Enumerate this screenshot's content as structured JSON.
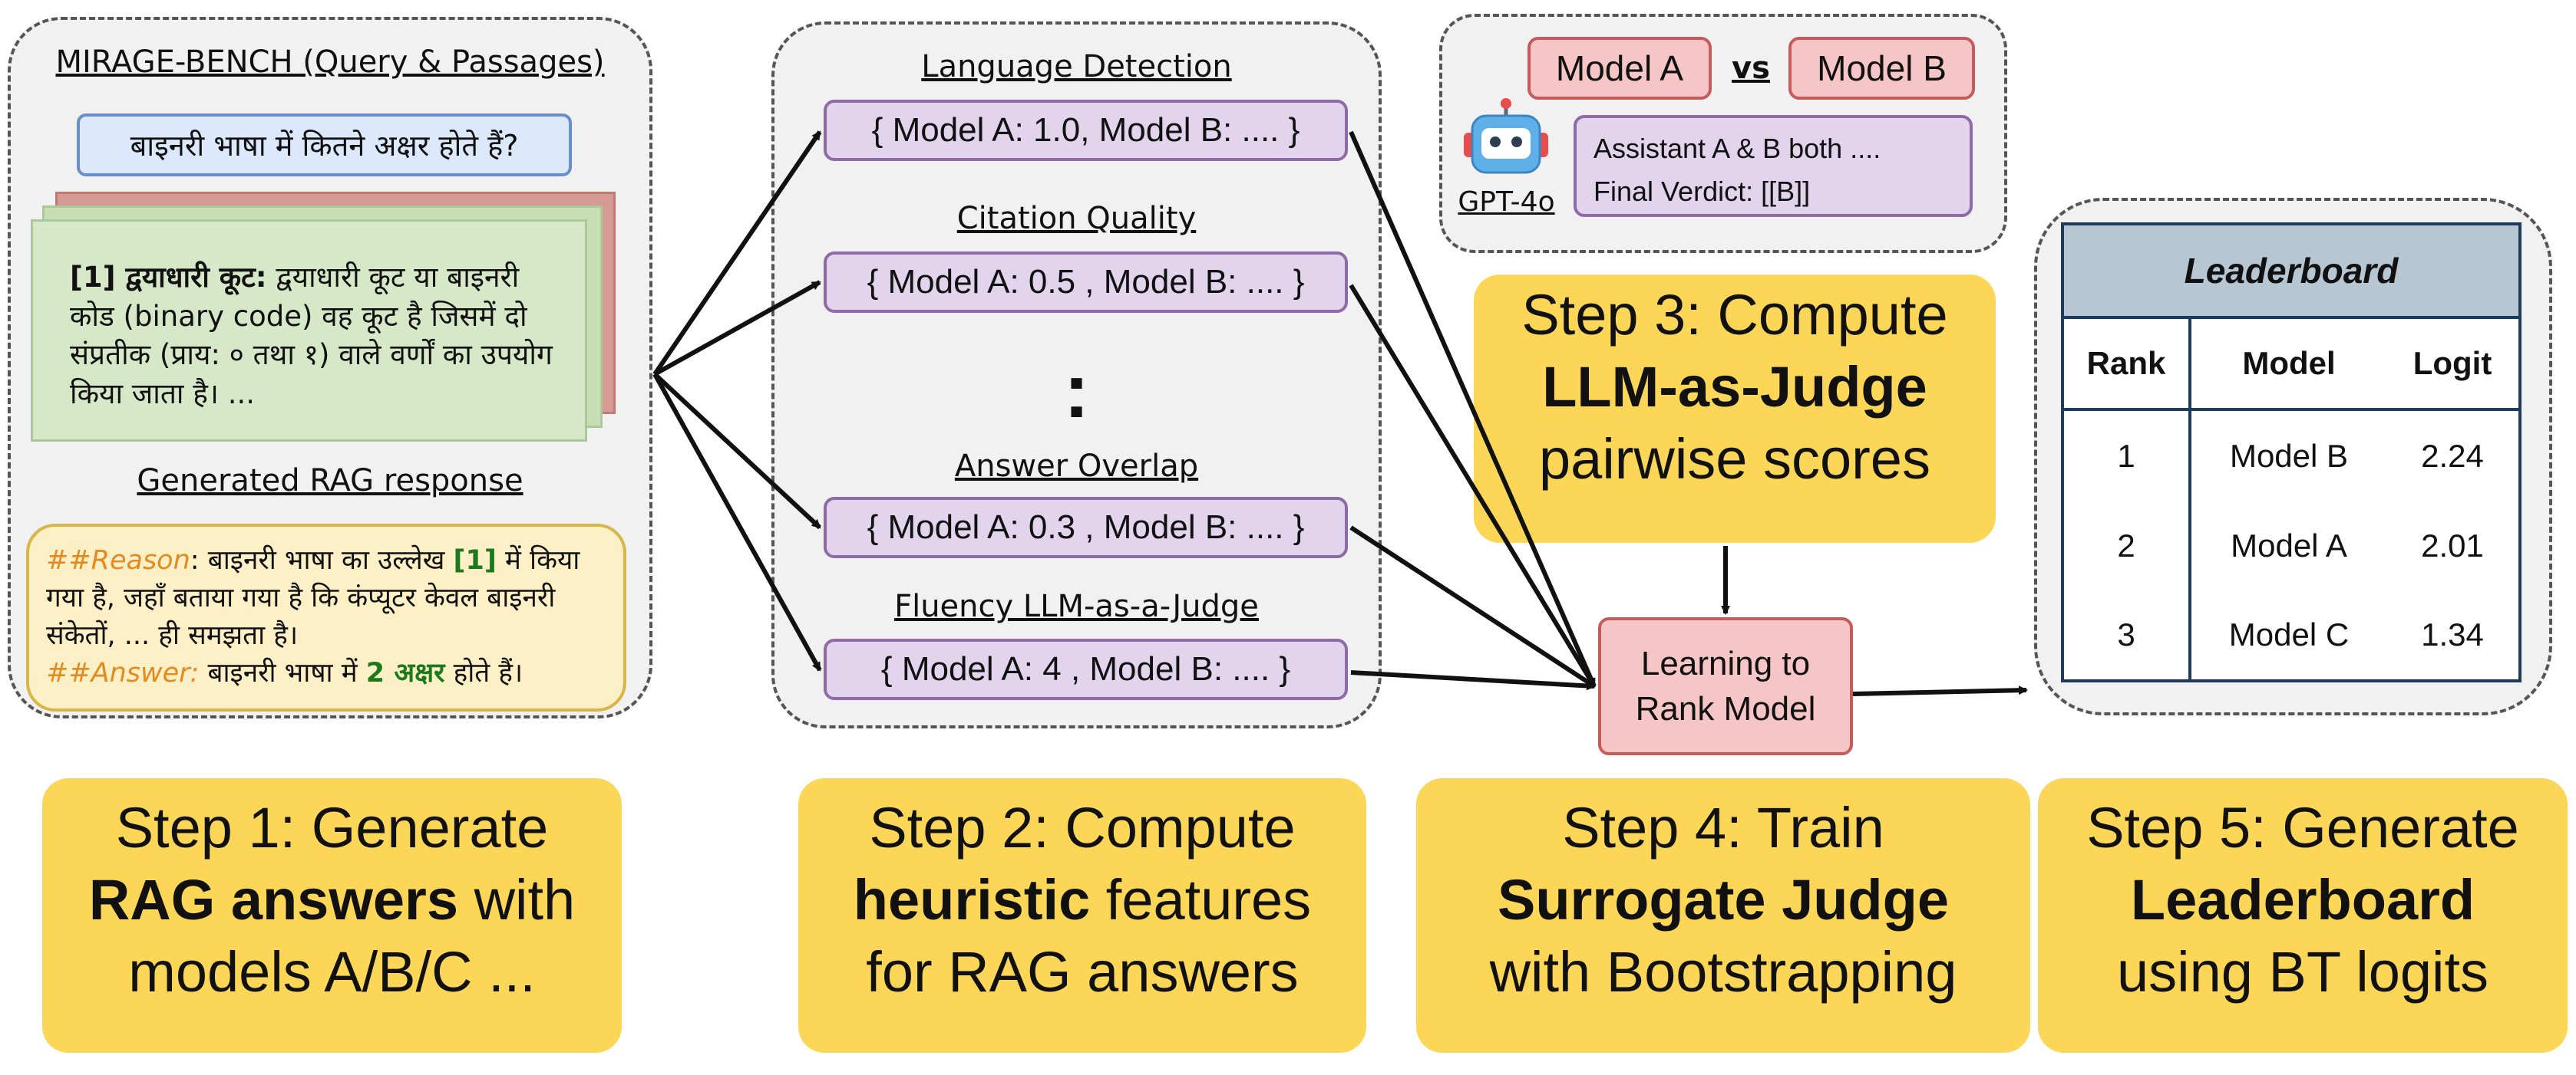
{
  "panel1": {
    "heading": "MIRAGE-BENCH (Query & Passages)",
    "query": "बाइनरी भाषा में कितने अक्षर होते हैं?",
    "passage_label": "[1] द्वयाधारी कूट:",
    "passage_body": "द्वयाधारी कूट या बाइनरी कोड (binary code) वह कूट है जिसमें दो संप्रतीक (प्राय: ० तथा १) वाले वर्णों का उपयोग किया जाता है। ...",
    "response_heading": "Generated RAG response",
    "reason_label": "##Reason",
    "reason_a": ": बाइनरी भाषा का उल्लेख ",
    "reason_cite": "[1]",
    "reason_b": " में किया गया है, जहाँ बताया गया है कि कंप्यूटर केवल बाइनरी संकेतों, ... ही समझता है।",
    "answer_label": "##Answer:",
    "answer_a": " बाइनरी भाषा में ",
    "answer_value": "2 अक्षर",
    "answer_b": " होते हैं।"
  },
  "panel2": {
    "features": [
      {
        "heading": "Language Detection",
        "value": "{ Model A:  1.0, Model B: .... }"
      },
      {
        "heading": "Citation Quality",
        "value": "{ Model A:  0.5 , Model B: .... }"
      },
      {
        "heading": "Answer Overlap",
        "value": "{ Model A:  0.3 , Model B: .... }"
      },
      {
        "heading": "Fluency LLM-as-a-Judge",
        "value": "{ Model A:  4 , Model B: .... }"
      }
    ],
    "ellipsis": ":"
  },
  "panel3": {
    "model_a": "Model A",
    "vs": "vs",
    "model_b": "Model B",
    "judge_label": "GPT-4o",
    "verdict_line1": "Assistant A & B both ....",
    "verdict_line2": "Final Verdict: [[B]]"
  },
  "ltr": {
    "label": "Learning to Rank Model"
  },
  "leaderboard": {
    "title": "Leaderboard",
    "headers": [
      "Rank",
      "Model",
      "Logit"
    ],
    "rows": [
      [
        "1",
        "Model B",
        "2.24"
      ],
      [
        "2",
        "Model A",
        "2.01"
      ],
      [
        "3",
        "Model C",
        "1.34"
      ]
    ]
  },
  "steps": {
    "s1": {
      "a": "Step 1: Generate",
      "b": "RAG answers",
      "c": " with",
      "d": "models A/B/C ..."
    },
    "s2": {
      "a": "Step 2: Compute",
      "b": "heuristic",
      "c": " features",
      "d": "for RAG answers"
    },
    "s3": {
      "a": "Step 3: Compute",
      "b": "LLM-as-Judge",
      "d": "pairwise scores"
    },
    "s4": {
      "a": "Step 4: Train",
      "b": "Surrogate Judge",
      "d": "with Bootstrapping"
    },
    "s5": {
      "a": "Step 5: Generate",
      "b": "Leaderboard",
      "d": "using BT logits"
    }
  },
  "colors": {
    "step_yellow": "#fcd657",
    "purple_fill": "#e1d4ec",
    "red_fill": "#f6c6c6",
    "leaderboard_header": "#b6c6d3"
  }
}
